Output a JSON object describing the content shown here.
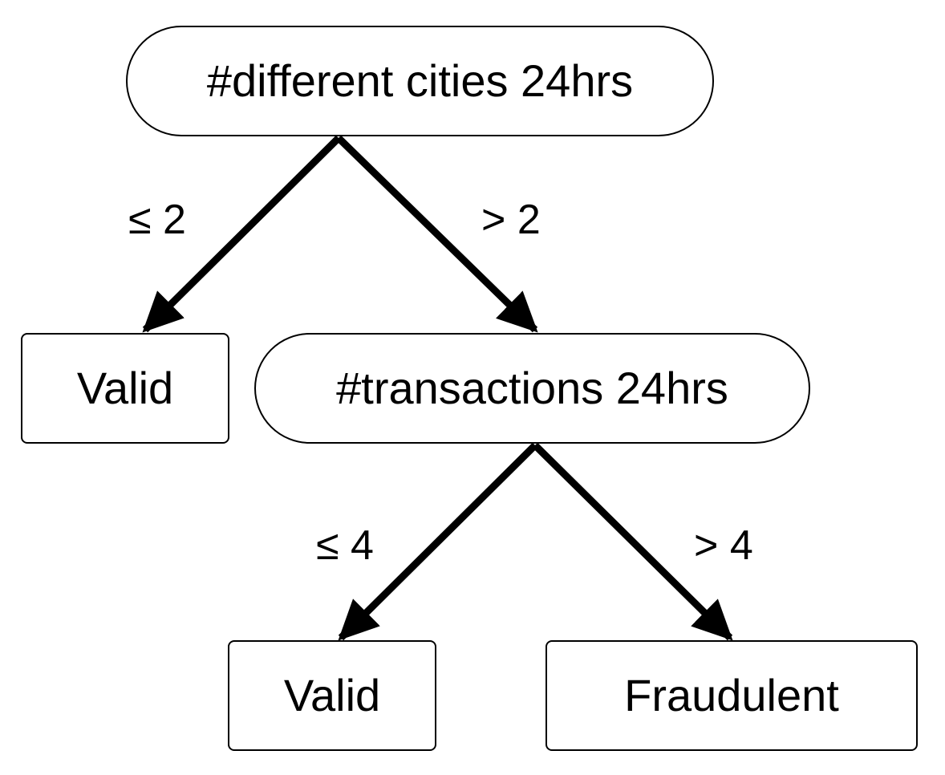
{
  "tree": {
    "root": {
      "label": "#different cities 24hrs",
      "left_edge_label": "≤ 2",
      "right_edge_label": "> 2"
    },
    "left_leaf": {
      "label": "Valid"
    },
    "decision2": {
      "label": "#transactions 24hrs",
      "left_edge_label": "≤ 4",
      "right_edge_label": "> 4"
    },
    "decision2_left_leaf": {
      "label": "Valid"
    },
    "decision2_right_leaf": {
      "label": "Fraudulent"
    }
  },
  "colors": {
    "stroke": "#000000",
    "background": "#ffffff"
  }
}
